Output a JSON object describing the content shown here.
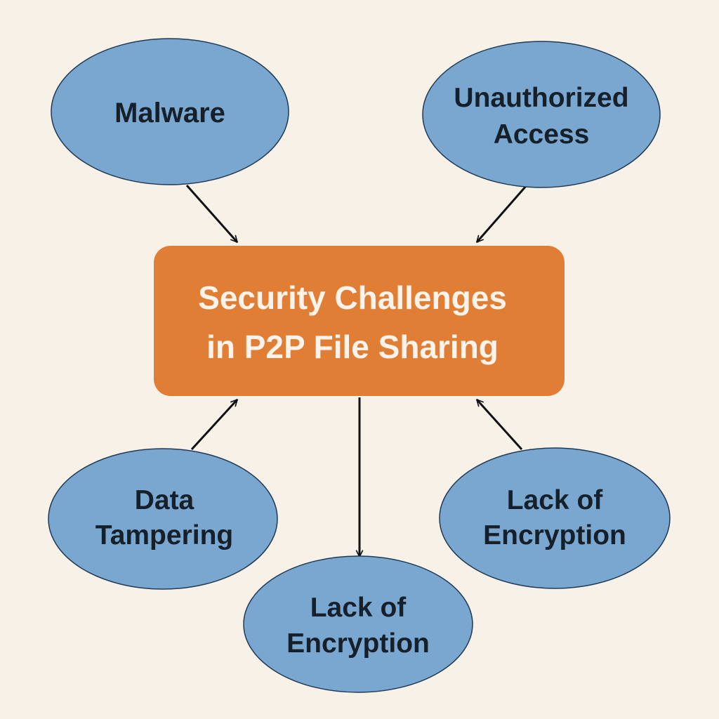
{
  "colors": {
    "background": "#f8f1e8",
    "outer_node_fill": "#7aa7cf",
    "outer_node_stroke": "#1f3a55",
    "center_fill": "#e17e35",
    "center_text": "#fdf3ea",
    "node_text": "#16202b",
    "arrow": "#111111"
  },
  "center": {
    "line1": "Security Challenges",
    "line2": "in P2P File Sharing"
  },
  "nodes": {
    "malware": {
      "line1": "Malware"
    },
    "unauthorized_access": {
      "line1": "Unauthorized",
      "line2": "Access"
    },
    "data_tampering": {
      "line1": "Data",
      "line2": "Tampering"
    },
    "lack_of_encryption_bottom": {
      "line1": "Lack of",
      "line2": "Encryption"
    },
    "lack_of_encryption_right": {
      "line1": "Lack of",
      "line2": "Encryption"
    }
  }
}
